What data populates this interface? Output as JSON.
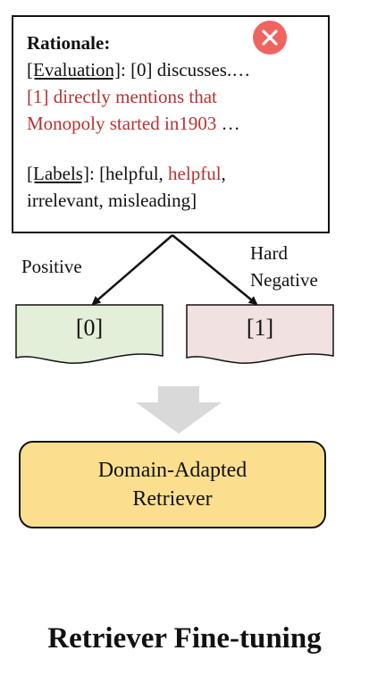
{
  "rationale": {
    "heading": "Rationale:",
    "evaluation_tag": "[Evaluation]",
    "evaluation_sep": ": ",
    "evaluation_text": "[0] discusses.…",
    "highlight_line1": "[1] directly mentions that",
    "highlight_line2": "Monopoly started in1903",
    "highlight_tail": " …",
    "labels_tag": "[Labels]",
    "labels_sep": ": ",
    "labels_open": "[helpful, ",
    "labels_highlight": "helpful",
    "labels_comma": ",",
    "labels_line2": "irrelevant, misleading]"
  },
  "edges": {
    "positive": "Positive",
    "hard_negative_line1": "Hard",
    "hard_negative_line2": "Negative"
  },
  "documents": {
    "positive_doc": "[0]",
    "negative_doc": "[1]"
  },
  "retriever": {
    "line1": "Domain-Adapted",
    "line2": "Retriever"
  },
  "footer": {
    "title": "Retriever Fine-tuning"
  },
  "colors": {
    "highlight_red": "#b83232",
    "reject_icon": "#f0645f",
    "positive_doc_fill": "#e3efd9",
    "negative_doc_fill": "#f2e1e1",
    "retriever_fill": "#fbdf8e",
    "down_arrow": "#d9d9d9"
  }
}
